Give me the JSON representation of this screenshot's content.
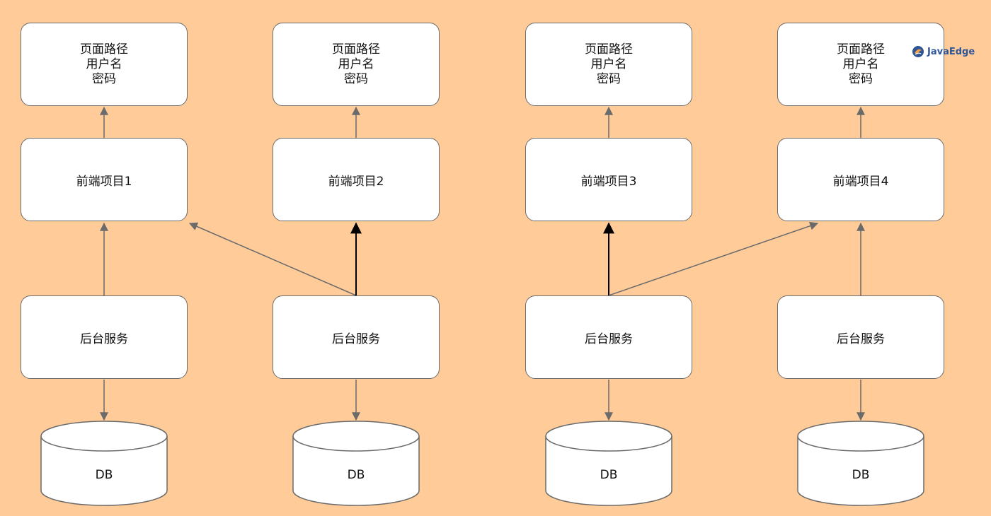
{
  "columns": [
    {
      "page": [
        "页面路径",
        "用户名",
        "密码"
      ],
      "frontend": "前端项目1",
      "backend": "后台服务",
      "db": "DB"
    },
    {
      "page": [
        "页面路径",
        "用户名",
        "密码"
      ],
      "frontend": "前端项目2",
      "backend": "后台服务",
      "db": "DB"
    },
    {
      "page": [
        "页面路径",
        "用户名",
        "密码"
      ],
      "frontend": "前端项目3",
      "backend": "后台服务",
      "db": "DB"
    },
    {
      "page": [
        "页面路径",
        "用户名",
        "密码"
      ],
      "frontend": "前端项目4",
      "backend": "后台服务",
      "db": "DB"
    }
  ],
  "logo": {
    "text": "JavaEdge",
    "icon": "javaedge-logo-icon"
  },
  "colors": {
    "background": "#FFCC99",
    "box_fill": "#FFFFFF",
    "box_stroke": "#6B6B6B",
    "arrow": "#6B6B6B",
    "arrow_bold": "#000000"
  }
}
